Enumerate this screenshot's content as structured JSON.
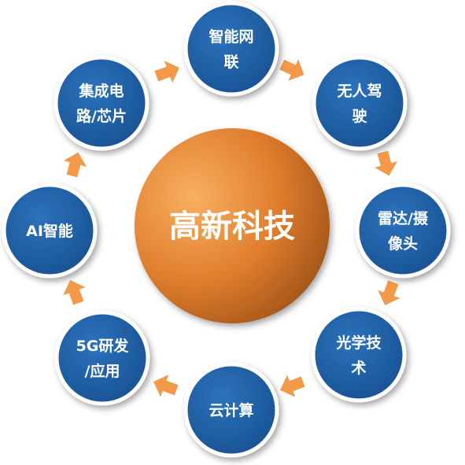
{
  "center": {
    "label": "高新科技"
  },
  "nodes": [
    {
      "id": "smart-network",
      "lines": [
        "智能网",
        "联"
      ]
    },
    {
      "id": "autonomous-driving",
      "lines": [
        "无人驾",
        "驶"
      ]
    },
    {
      "id": "radar-camera",
      "lines": [
        "雷达/摄",
        "像头"
      ]
    },
    {
      "id": "optical-tech",
      "lines": [
        "光学技",
        "术"
      ]
    },
    {
      "id": "cloud-computing",
      "lines": [
        "云计算"
      ]
    },
    {
      "id": "5g",
      "lines": [
        "5G研发",
        "/应用"
      ]
    },
    {
      "id": "ai",
      "lines": [
        "AI智能"
      ]
    },
    {
      "id": "ic-chip",
      "lines": [
        "集成电",
        "路/芯片"
      ]
    }
  ],
  "colors": {
    "node_fill": "#1f5fa8",
    "node_border": "#ffffff",
    "center_light": "#f6a04a",
    "center_dark": "#a85a1a",
    "arrow": "#f39a4a"
  }
}
